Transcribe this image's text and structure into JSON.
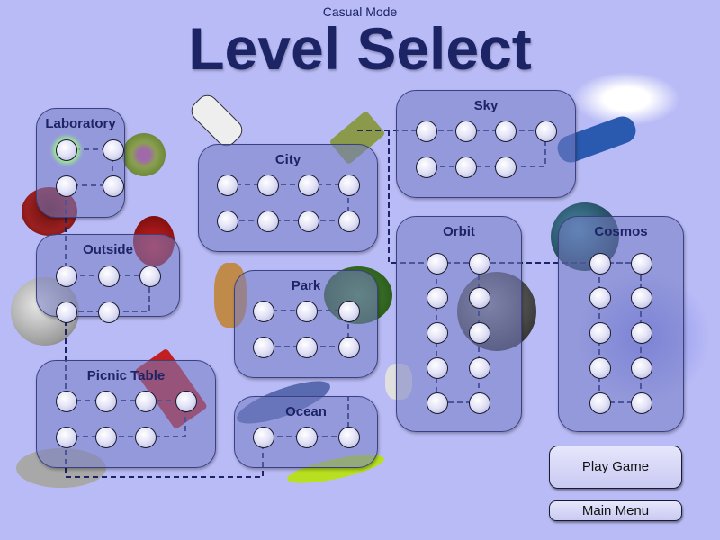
{
  "header": {
    "mode": "Casual Mode",
    "title": "Level Select"
  },
  "levels": [
    {
      "id": "laboratory",
      "title": "Laboratory",
      "nodes": 4,
      "selected_node": 1
    },
    {
      "id": "city",
      "title": "City",
      "nodes": 8
    },
    {
      "id": "sky",
      "title": "Sky",
      "nodes": 7
    },
    {
      "id": "outside",
      "title": "Outside",
      "nodes": 5
    },
    {
      "id": "park",
      "title": "Park",
      "nodes": 6
    },
    {
      "id": "orbit",
      "title": "Orbit",
      "nodes": 10
    },
    {
      "id": "cosmos",
      "title": "Cosmos",
      "nodes": 10
    },
    {
      "id": "picnic",
      "title": "Picnic Table",
      "nodes": 7
    },
    {
      "id": "ocean",
      "title": "Ocean",
      "nodes": 3
    }
  ],
  "buttons": {
    "play": "Play Game",
    "menu": "Main Menu"
  },
  "colors": {
    "background": "#b9bbf6",
    "title": "#1c2466",
    "selected_glow": "#9ef08a"
  }
}
